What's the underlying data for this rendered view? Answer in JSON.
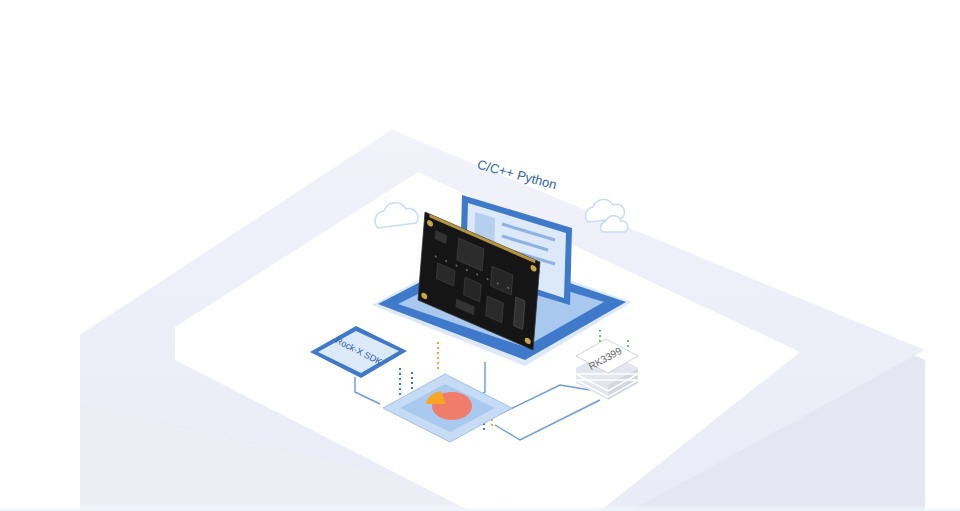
{
  "diagram": {
    "nodes": [
      {
        "text": [
          "C/C++ Python"
        ]
      },
      {
        "text": [
          "Rock-X SDK"
        ]
      },
      {
        "text": [
          "RK3399"
        ]
      }
    ],
    "edges": [
      {
        "from": 0,
        "to": 1,
        "arrow": "none"
      },
      {
        "from": 0,
        "to": 2,
        "arrow": "none"
      }
    ]
  }
}
